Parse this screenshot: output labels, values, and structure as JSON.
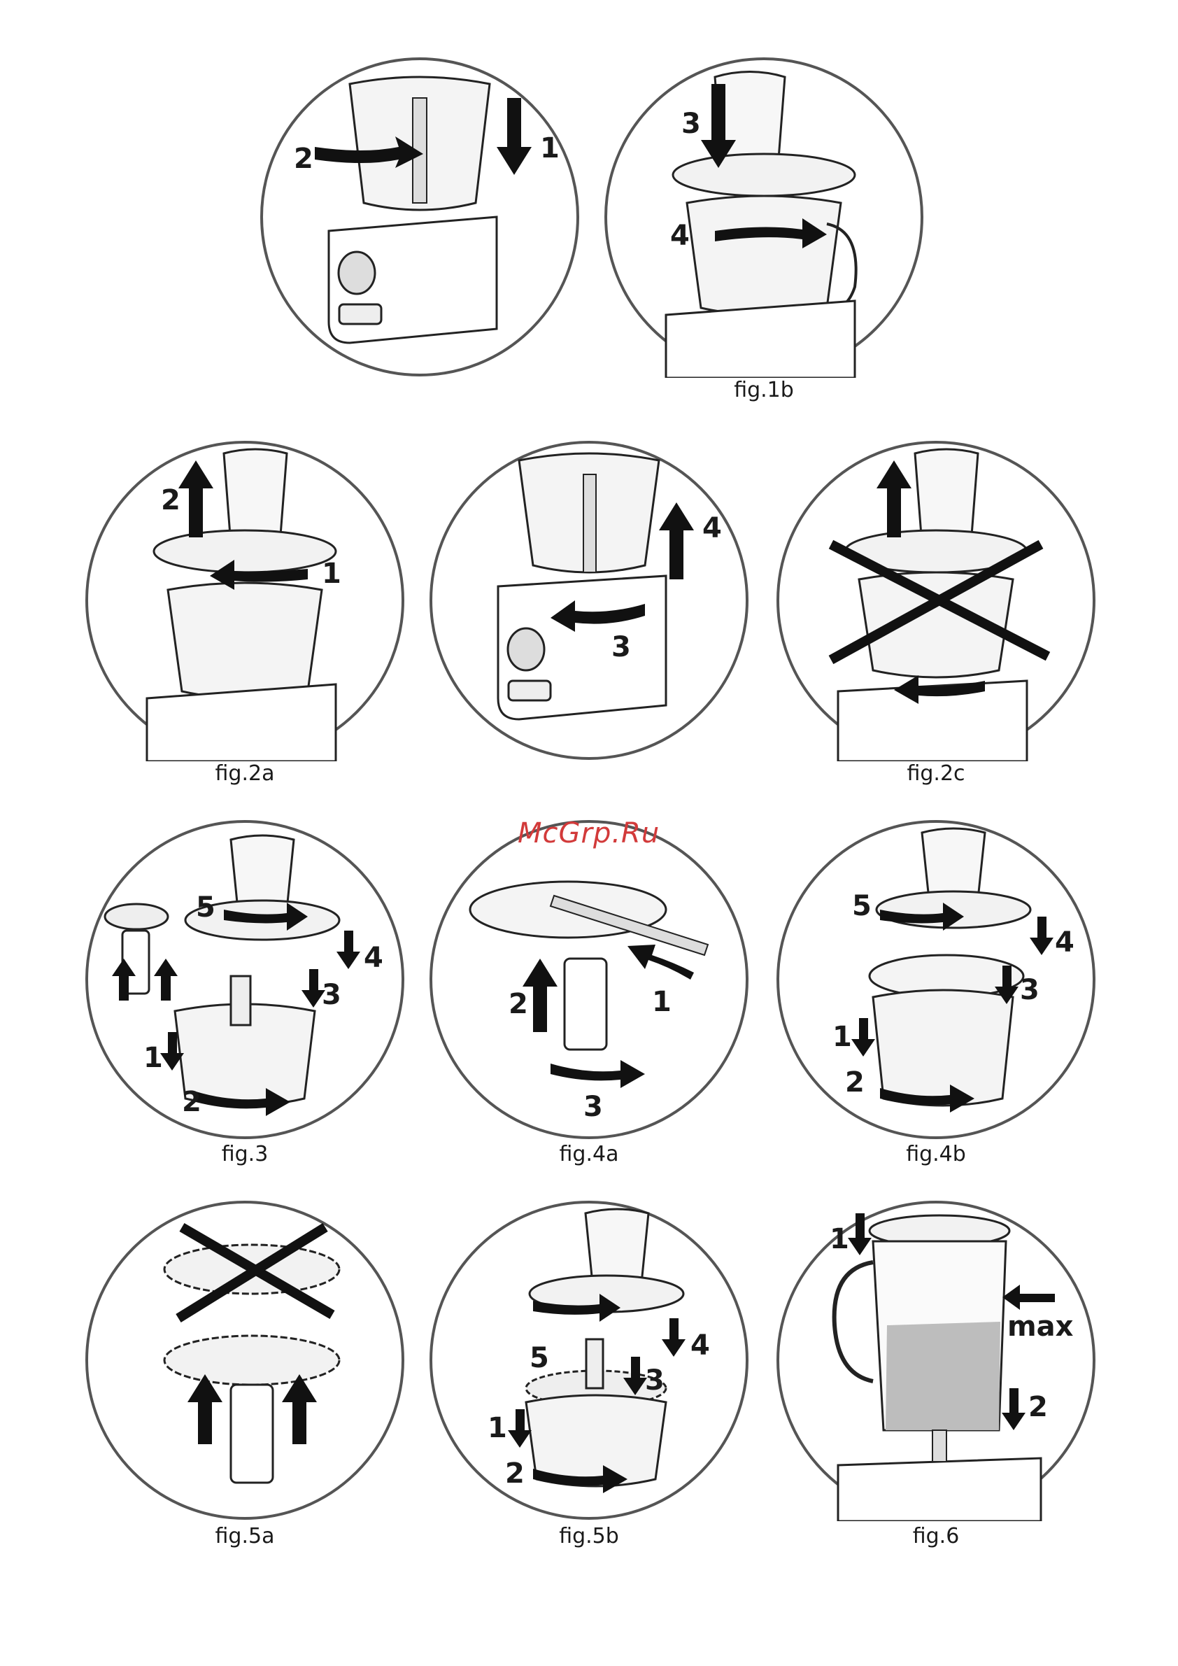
{
  "watermark": "McGrp.Ru",
  "figures": [
    {
      "id": "fig1a",
      "caption": "",
      "steps": [
        "1",
        "2"
      ]
    },
    {
      "id": "fig1b",
      "caption": "fig.1b",
      "steps": [
        "3",
        "4"
      ]
    },
    {
      "id": "fig2a",
      "caption": "fig.2a",
      "steps": [
        "2",
        "1"
      ]
    },
    {
      "id": "fig2b",
      "caption": "",
      "steps": [
        "4",
        "3"
      ]
    },
    {
      "id": "fig2c",
      "caption": "fig.2c",
      "steps": []
    },
    {
      "id": "fig3",
      "caption": "fig.3",
      "steps": [
        "5",
        "4",
        "3",
        "1",
        "2"
      ]
    },
    {
      "id": "fig4a",
      "caption": "fig.4a",
      "steps": [
        "2",
        "1",
        "3"
      ]
    },
    {
      "id": "fig4b",
      "caption": "fig.4b",
      "steps": [
        "5",
        "4",
        "3",
        "1",
        "2"
      ]
    },
    {
      "id": "fig5a",
      "caption": "fig.5a",
      "steps": []
    },
    {
      "id": "fig5b",
      "caption": "fig.5b",
      "steps": [
        "4",
        "3",
        "5",
        "1",
        "2"
      ]
    },
    {
      "id": "fig6",
      "caption": "fig.6",
      "steps": [
        "1",
        "2"
      ],
      "label": "max"
    }
  ]
}
